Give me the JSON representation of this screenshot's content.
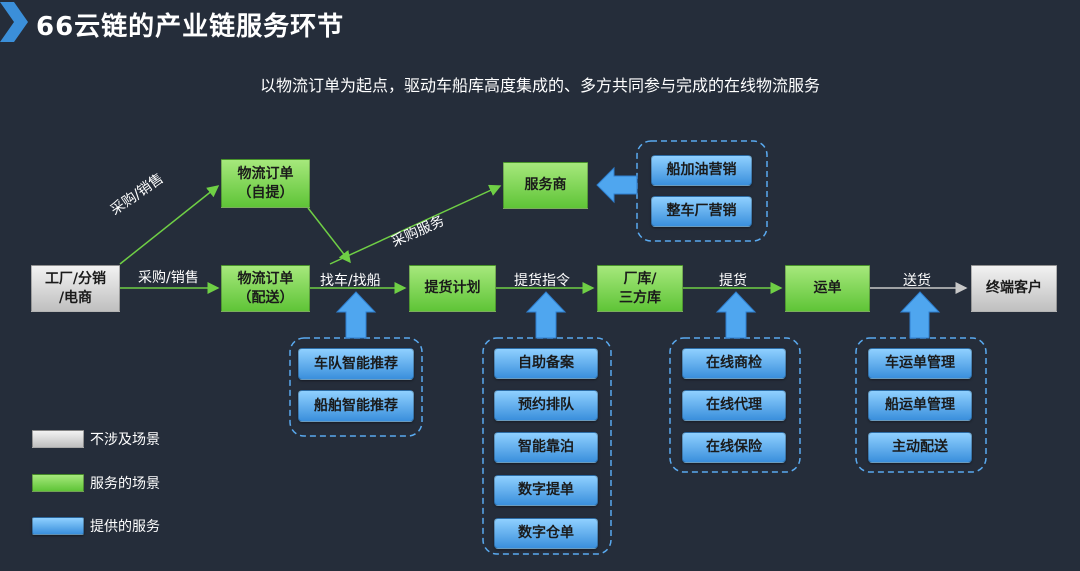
{
  "title": "66云链的产业链服务环节",
  "subtitle": "以物流订单为起点，驱动车船库高度集成的、多方共同参与完成的在线物流服务",
  "nodes": {
    "factory": "工厂/分销\n/电商",
    "order_self": "物流订单\n（自提）",
    "order_delivery": "物流订单\n（配送）",
    "service_provider": "服务商",
    "pickup_plan": "提货计划",
    "warehouse": "厂库/\n三方库",
    "waybill": "运单",
    "end_customer": "终端客户"
  },
  "edge_labels": {
    "purchase_sales_diag": "采购/销售",
    "purchase_sales": "采购/销售",
    "purchase_service": "采购服务",
    "find_vehicle": "找车/找船",
    "pickup_instruction": "提货指令",
    "pickup": "提货",
    "delivery": "送货"
  },
  "service_groups": {
    "marketing": [
      "船加油营销",
      "整车厂营销"
    ],
    "matching": [
      "车队智能推荐",
      "船舶智能推荐"
    ],
    "instruction": [
      "自助备案",
      "预约排队",
      "智能靠泊",
      "数字提单",
      "数字仓单"
    ],
    "pickup": [
      "在线商检",
      "在线代理",
      "在线保险"
    ],
    "delivery": [
      "车运单管理",
      "船运单管理",
      "主动配送"
    ]
  },
  "legend": [
    {
      "label": "不涉及场景",
      "color": "gray"
    },
    {
      "label": "服务的场景",
      "color": "green"
    },
    {
      "label": "提供的服务",
      "color": "blue"
    }
  ],
  "colors": {
    "background": "#252d3a",
    "accent": "#3b8fd9",
    "green": "#6fcf45",
    "gray": "#c8c8c8",
    "blue": "#5aaaf0"
  }
}
